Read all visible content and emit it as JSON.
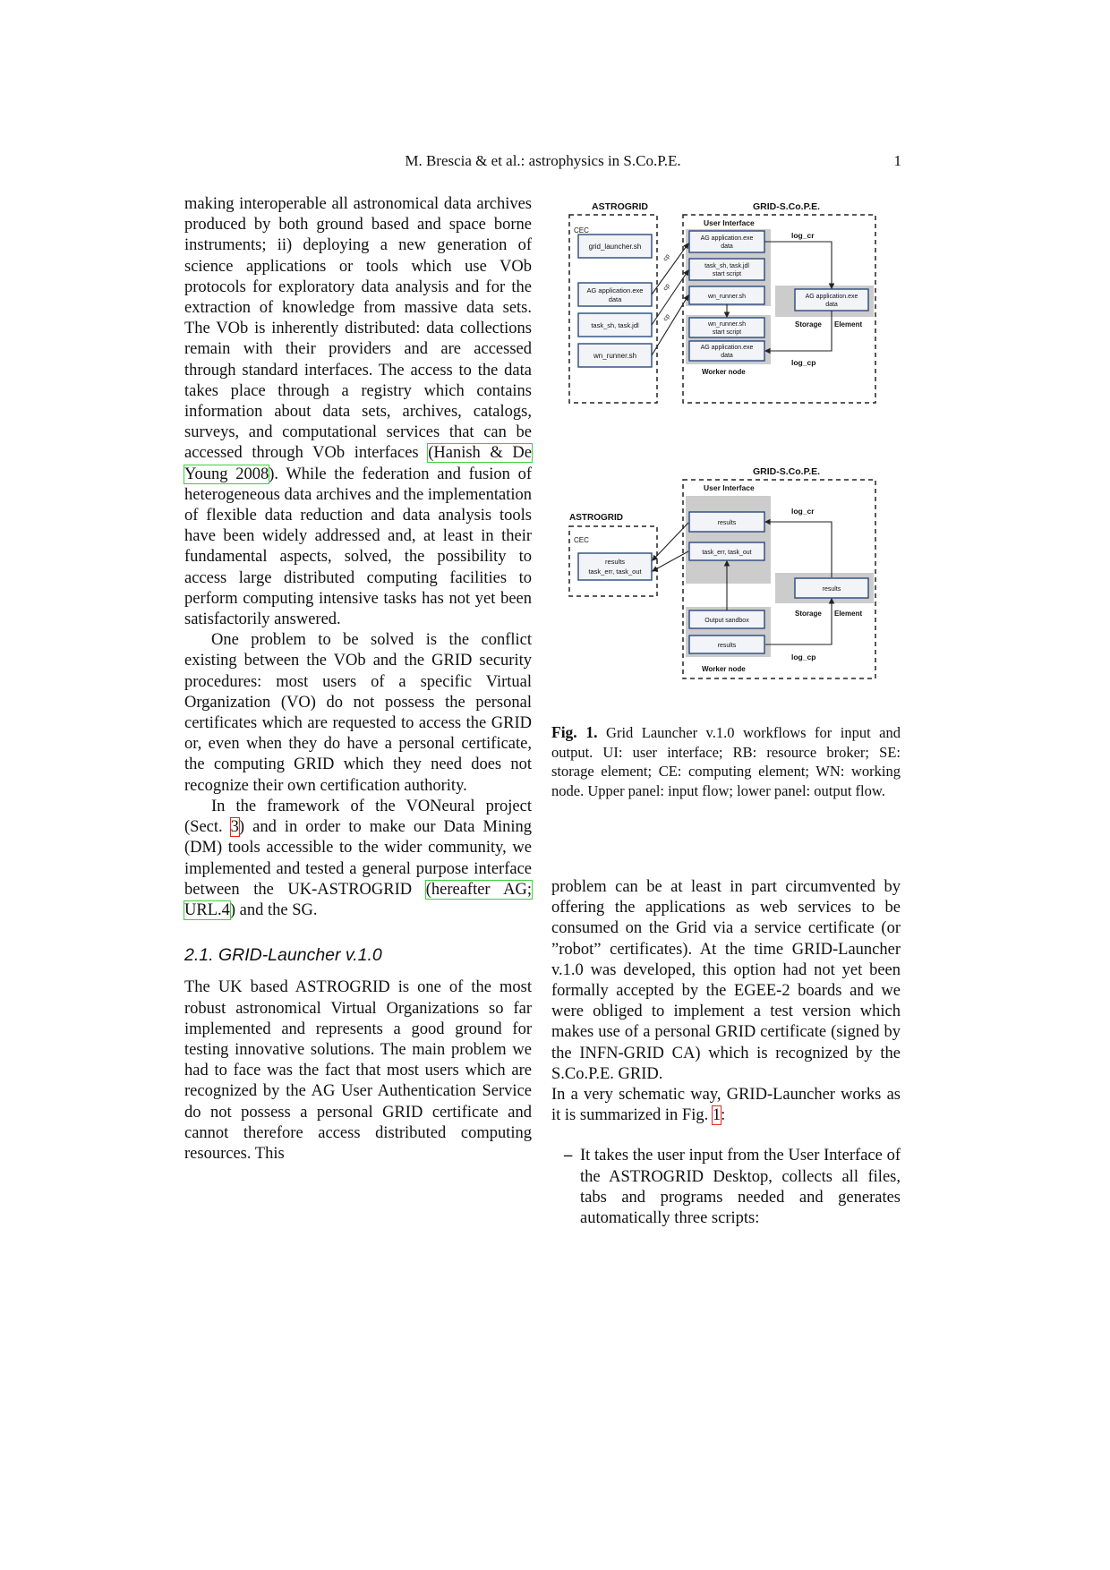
{
  "header": {
    "running_title": "M. Brescia & et al.: astrophysics in S.Co.P.E.",
    "page_number": "1"
  },
  "left_column": {
    "p1_before_link": "making interoperable all astronomical data archives produced by both ground based and space borne instruments; ii) deploying a new generation of science applications or tools which use VOb protocols for exploratory data analysis and for the extraction of knowledge from massive data sets. The VOb is inherently distributed: data collections remain with their providers and are accessed through standard interfaces. The access to the data takes place through a registry which contains information about data sets, archives, catalogs, surveys, and computational services that can be accessed through VOb interfaces ",
    "p1_link": "(Hanish & De Young 2008",
    "p1_after_link": "). While the federation and fusion of heterogeneous data archives and the implementation of flexible data reduction and data analysis tools have been widely addressed and, at least in their fundamental aspects, solved, the possibility to access large distributed computing facilities to perform computing intensive tasks has not yet been satisfactorily answered.",
    "p2": "One problem to be solved is the conflict existing between the VOb and the GRID security procedures: most users of a specific Virtual Organization (VO) do not possess the personal certificates which are requested to access the GRID or, even when they do have a personal certificate, the computing GRID which they need does not recognize their own certification authority.",
    "p3_a": "In the framework of the VONeural project (Sect. ",
    "p3_link1": "3",
    "p3_b": ") and in order to make our Data Mining (DM) tools accessible to the wider community, we implemented and tested a general purpose interface between the UK-ASTROGRID ",
    "p3_link2": "(hereafter AG; URL.4",
    "p3_c": ") and the SG.",
    "section_heading": "2.1. GRID-Launcher v.1.0",
    "p4": "The UK based ASTROGRID is one of the most robust astronomical Virtual Organizations so far implemented and represents a good ground for testing innovative solutions. The main problem we had to face was the fact that most users which are recognized by the AG User Authentication Service do not possess a personal GRID certificate and cannot therefore access distributed computing resources. This"
  },
  "right_column": {
    "p1": "problem can be at least in part circumvented by offering the applications as web services to be consumed on the Grid via a service certificate (or ”robot” certificates). At the time GRID-Launcher v.1.0 was developed, this option had not yet been formally accepted by the EGEE-2 boards and we were obliged to implement a test version which makes use of a personal GRID certificate (signed by the INFN-GRID CA) which is recognized by the S.Co.P.E. GRID.",
    "p2_a": "In a very schematic way, GRID-Launcher works as it is summarized in Fig. ",
    "p2_link": "1",
    "p2_b": ":",
    "bullet_dash": "–",
    "bullet_text": "It takes the user input from the User Interface of the ASTROGRID Desktop, collects all files, tabs and programs needed and generates automatically three scripts:"
  },
  "figure": {
    "caption_label": "Fig. 1.",
    "caption_text": " Grid Launcher v.1.0 workflows for input and output. UI: user interface; RB: resource broker; SE: storage element; CE: computing element; WN: working node. Upper panel: input flow; lower panel: output flow.",
    "upper": {
      "astrogrid_title": "ASTROGRID",
      "cec": "CEC",
      "grid_title": "GRID-S.Co.P.E.",
      "ui_title": "User Interface",
      "left_boxes": [
        "grid_launcher.sh",
        "AG application.exe",
        "data",
        "task_sh, task.jdl",
        "wn_runner.sh"
      ],
      "ui_boxes": [
        "AG application.exe",
        "data",
        "task_sh, task.jdl",
        "start script",
        "wn_runner.sh"
      ],
      "wn_boxes": [
        "wn_runner.sh",
        "start script",
        "AG application.exe",
        "data"
      ],
      "se_boxes": [
        "AG application.exe",
        "data"
      ],
      "log_cr": "log_cr",
      "log_cp": "log_cp",
      "storage": "Storage",
      "element": "Element",
      "worker_node": "Worker node",
      "arrow_label": "cp"
    },
    "lower": {
      "grid_title": "GRID-S.Co.P.E.",
      "ui_title": "User Interface",
      "astrogrid_title": "ASTROGRID",
      "cec": "CEC",
      "ag_box": [
        "results",
        "task_err, task_out"
      ],
      "ui_boxes": [
        "results",
        "task_err, task_out"
      ],
      "wn_boxes": [
        "Output sandbox",
        "results"
      ],
      "se_box": "results",
      "log_cr": "log_cr",
      "log_cp": "log_cp",
      "storage": "Storage",
      "element": "Element",
      "worker_node": "Worker node"
    }
  }
}
